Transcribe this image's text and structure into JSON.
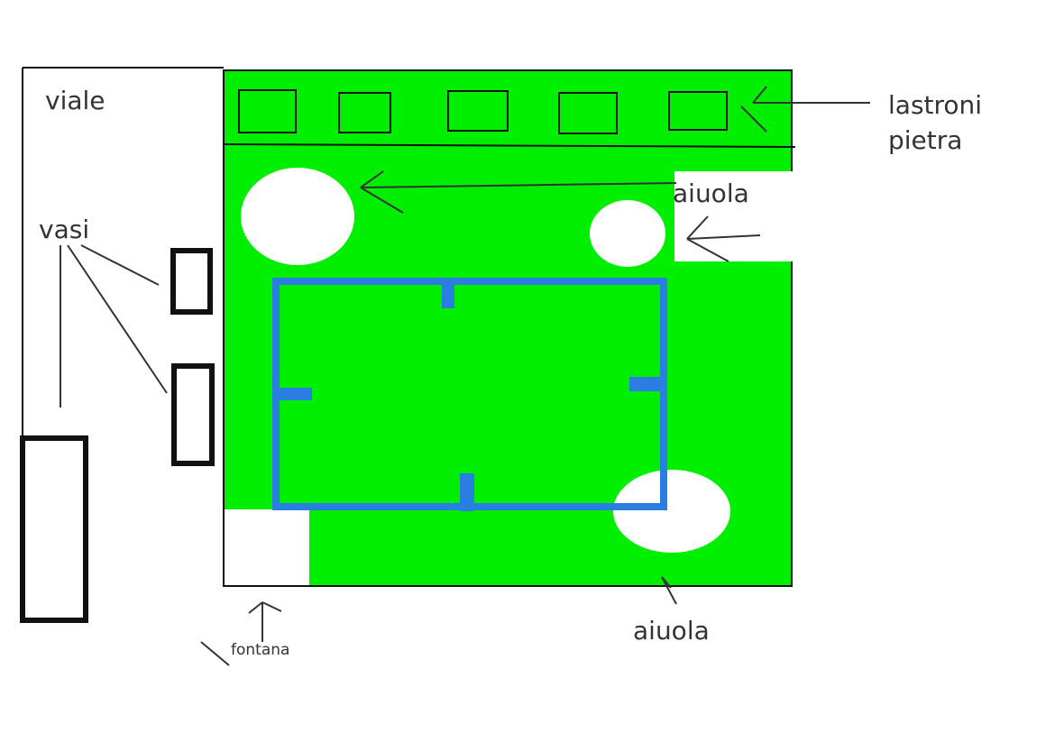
{
  "labels": {
    "viale": "viale",
    "vasi": "vasi",
    "lastroni_line1": "lastroni",
    "lastroni_line2": "pietra",
    "aiuola_top": "aiuola",
    "aiuola_bottom": "aiuola",
    "fontana": "fontana"
  },
  "colors": {
    "lawn": "#00ee00",
    "outline": "#111111",
    "pool": "#2a7de1",
    "flowerbed": "#ffffff",
    "text": "#333333",
    "arrow": "#333333"
  }
}
